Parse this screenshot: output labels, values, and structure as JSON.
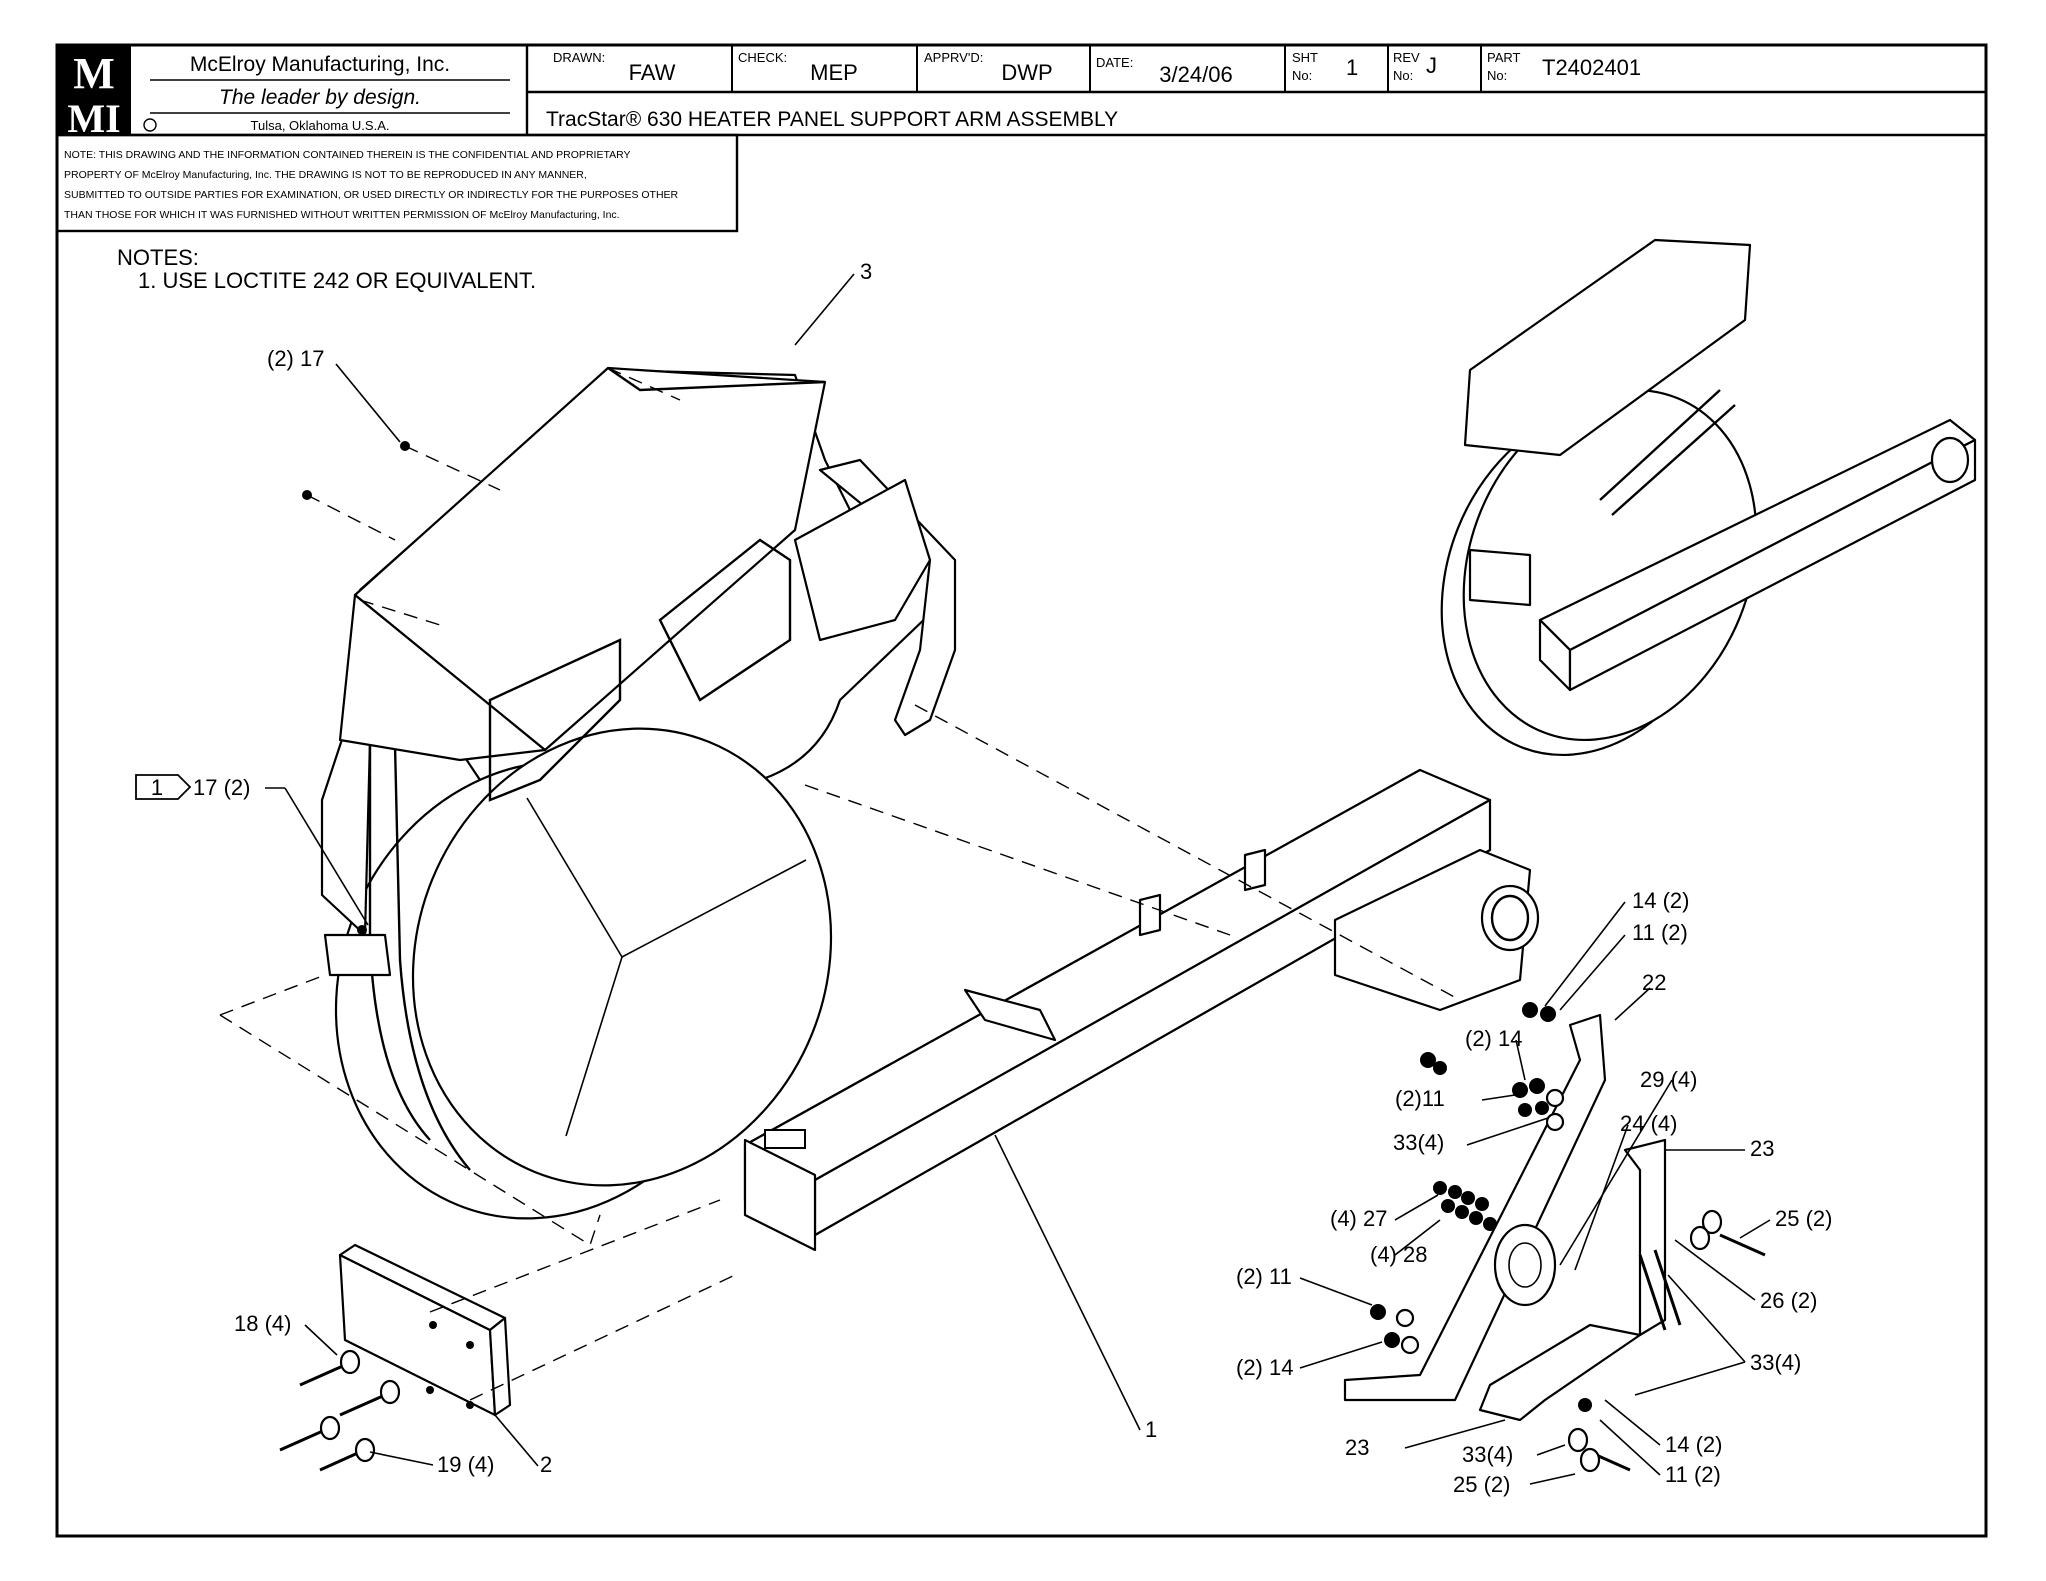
{
  "title_block": {
    "company_name": "McElroy Manufacturing, Inc.",
    "slogan": "The leader by design.",
    "location": "Tulsa, Oklahoma U.S.A.",
    "drawn_label": "DRAWN:",
    "drawn_value": "FAW",
    "check_label": "CHECK:",
    "check_value": "MEP",
    "approved_label": "APPRV'D:",
    "approved_value": "DWP",
    "date_label": "DATE:",
    "date_value": "3/24/06",
    "sheet_label_1": "SHT",
    "sheet_label_2": "No:",
    "sheet_value": "1",
    "rev_label_1": "REV",
    "rev_label_2": "No:",
    "rev_value": "J",
    "part_label_1": "PART",
    "part_label_2": "No:",
    "part_value": "T2402401",
    "drawing_title": "TracStar® 630 HEATER PANEL SUPPORT ARM ASSEMBLY"
  },
  "confidential_note": [
    "NOTE: THIS DRAWING AND THE INFORMATION CONTAINED THEREIN IS THE CONFIDENTIAL AND PROPRIETARY",
    "PROPERTY OF McElroy Manufacturing, Inc. THE DRAWING IS NOT TO BE REPRODUCED IN ANY MANNER,",
    "SUBMITTED TO OUTSIDE PARTIES FOR EXAMINATION, OR USED DIRECTLY OR INDIRECTLY FOR THE PURPOSES OTHER",
    "THAN THOSE FOR WHICH IT WAS FURNISHED WITHOUT WRITTEN PERMISSION OF McElroy Manufacturing, Inc."
  ],
  "notes": {
    "heading": "NOTES:",
    "items": [
      "1. USE LOCTITE 242 OR EQUIVALENT."
    ]
  },
  "note_flag_number": "1",
  "callouts": {
    "c3": "3",
    "c17_top": "(2) 17",
    "c17_side": "17 (2)",
    "c14_a": "14 (2)",
    "c11_a": "11 (2)",
    "c22": "22",
    "c14_b": "(2) 14",
    "c11_b": "(2)11",
    "c29": "29 (4)",
    "c33_a": "33(4)",
    "c24": "24 (4)",
    "c23_a": "23",
    "c27": "(4) 27",
    "c25_a": "25 (2)",
    "c28": "(4) 28",
    "c26": "26 (2)",
    "c11_c": "(2) 11",
    "c33_b": "33(4)",
    "c14_c": "(2) 14",
    "c18": "18 (4)",
    "c19": "19 (4)",
    "c2": "2",
    "c1": "1",
    "c23_b": "23",
    "c33_c": "33(4)",
    "c14_d": "14 (2)",
    "c25_b": "25 (2)",
    "c11_d": "11 (2)"
  }
}
